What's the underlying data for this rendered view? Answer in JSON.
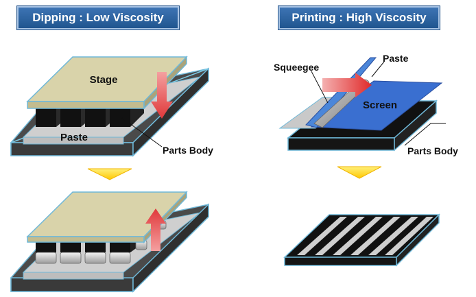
{
  "panels": {
    "left": {
      "title": "Dipping : Low Viscosity"
    },
    "right": {
      "title": "Printing : High Viscosity"
    }
  },
  "labels": {
    "stage": "Stage",
    "paste_left": "Paste",
    "parts_body_left": "Parts Body",
    "squeegee": "Squeegee",
    "paste_right": "Paste",
    "screen": "Screen",
    "parts_body_right": "Parts Body"
  },
  "colors": {
    "title_bg": "#2a5f9e",
    "stage": "#d9d3aa",
    "screen": "#3a6fd0",
    "tray": "#4a4a4a",
    "arrow_red": "#e04040",
    "arrow_yellow": "#ffd21a"
  }
}
